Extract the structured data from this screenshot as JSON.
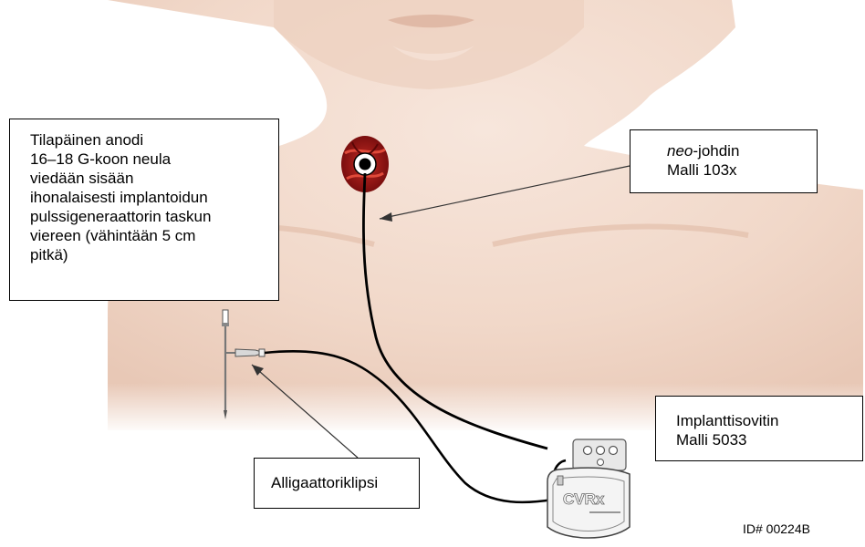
{
  "callouts": {
    "anode_lines": [
      "Tilapäinen anodi",
      "16–18 G-koon neula",
      "viedään sisään",
      "ihonalaisesti implantoidun",
      "pulssigeneraattorin taskun",
      "viereen (vähintään 5 cm",
      "pitkä)"
    ],
    "lead_prefix": "neo",
    "lead_suffix": "-johdin",
    "lead_model": "Malli 103x",
    "adapter_name": "Implanttisovitin",
    "adapter_model": "Malli 5033",
    "clip": "Alligaattoriklipsi"
  },
  "device_brand": "CVRx",
  "footer_id": "ID# 00224B",
  "colors": {
    "skin": "#f3ddd0",
    "skin_shadow": "#e6c2ae",
    "tissue": "#a01818",
    "lead": "#000000",
    "device_body": "#f2f2f2"
  }
}
